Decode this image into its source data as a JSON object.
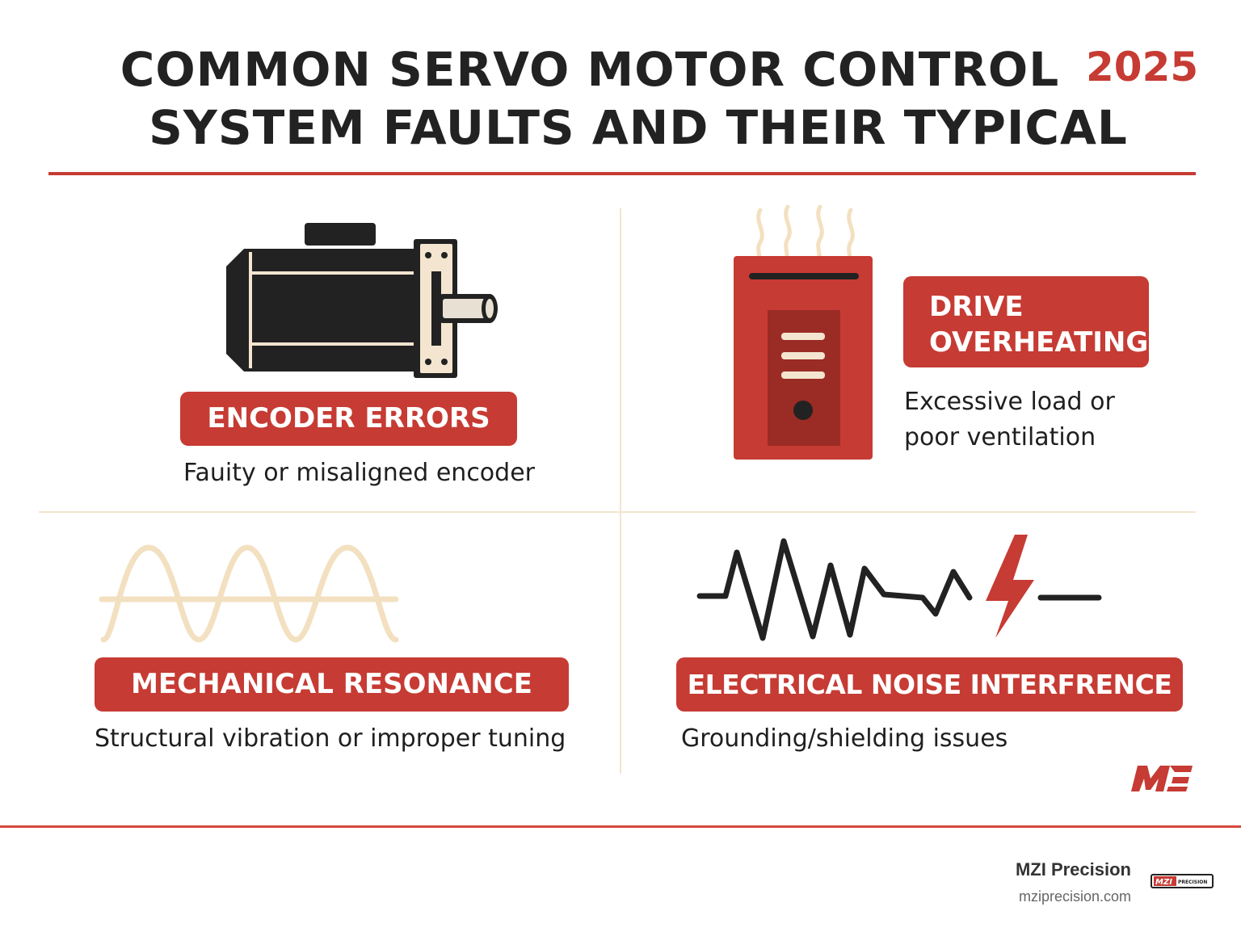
{
  "header": {
    "title_line1": "COMMON SERVO MOTOR CONTROL",
    "title_line2": "SYSTEM FAULTS AND THEIR TYPICAL",
    "year": "2025"
  },
  "faults": {
    "encoder": {
      "label": "ENCODER ERRORS",
      "description": "Fauity or misaligned encoder",
      "icon": "servo-motor-icon"
    },
    "drive": {
      "label_line1": "DRIVE",
      "label_line2": "OVERHEATING",
      "description_line1": "Excessive load or",
      "description_line2": "poor ventilation",
      "icon": "overheating-drive-icon"
    },
    "mechanical": {
      "label": "MECHANICAL RESONANCE",
      "description": "Structural vibration or improper tuning",
      "icon": "vibration-wave-icon"
    },
    "noise": {
      "label": "ELECTRICAL NOISE INTERFRENCE",
      "description": "Grounding/shielding issues",
      "icon": "noise-signal-lightning-icon"
    }
  },
  "footer": {
    "company": "MZI Precision",
    "url": "mziprecision.com",
    "logo_text": "MZI",
    "logo_small_text": "PRECISION"
  },
  "colors": {
    "accent_red": "#c63b33",
    "dark": "#222222",
    "beige": "#f3e5cf"
  }
}
